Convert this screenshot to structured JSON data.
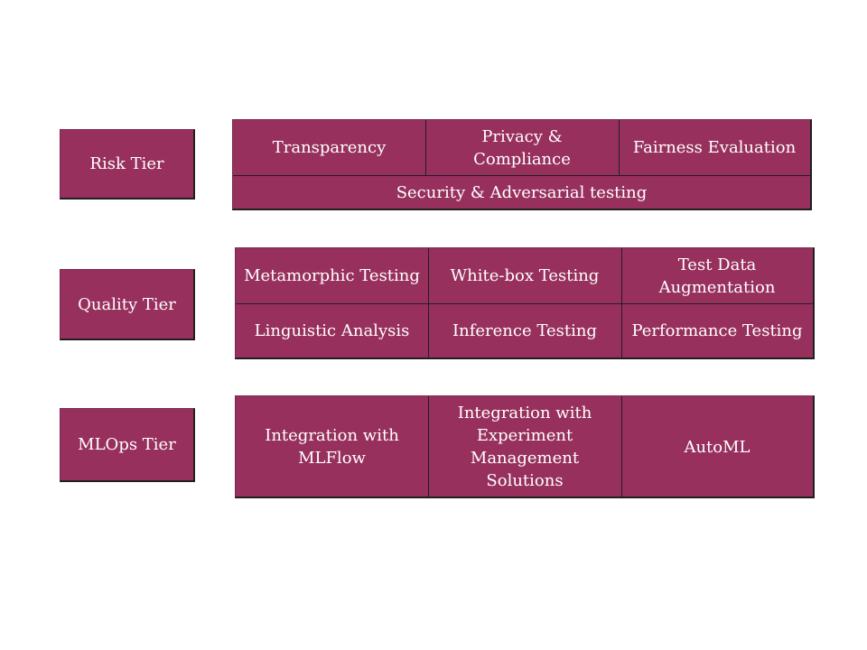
{
  "tiers": {
    "risk": {
      "label": "Risk Tier",
      "items": [
        "Transparency",
        "Privacy & Compliance",
        "Fairness Evaluation",
        "Security & Adversarial testing"
      ]
    },
    "quality": {
      "label": "Quality Tier",
      "items": [
        "Metamorphic Testing",
        "White-box Testing",
        "Test Data Augmentation",
        "Linguistic Analysis",
        "Inference Testing",
        "Performance Testing"
      ]
    },
    "mlops": {
      "label": "MLOps Tier",
      "items": [
        "Integration with MLFlow",
        "Integration with Experiment Management Solutions",
        "AutoML"
      ]
    }
  },
  "colors": {
    "box_fill": "#98305e",
    "text": "#ffffff",
    "border": "#1f1f1f"
  }
}
